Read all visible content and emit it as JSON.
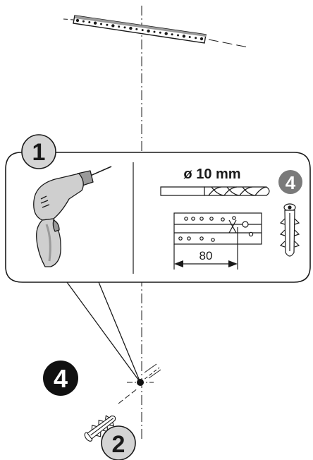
{
  "step_badges": {
    "step_1": "1",
    "step_2": "2",
    "part_4_inset": "4",
    "part_4_main": "4"
  },
  "drill_bit": {
    "diameter_label": "ø 10 mm"
  },
  "spacing": {
    "dimension_label": "80"
  },
  "colors": {
    "line": "#1a1a1a",
    "badge_fill_light": "#d4d4d4",
    "badge_fill_mid": "#7a7a7a",
    "badge_fill_dark": "#111111",
    "badge_text_light": "#1a1a1a",
    "badge_text_inverse": "#ffffff",
    "drill_body": "#cfcfcf",
    "drill_shade": "#9a9a9a",
    "background": "#ffffff"
  },
  "icons": {
    "drill": "power-drill-icon",
    "bit": "drill-bit-icon",
    "bracket": "wall-bracket-icon",
    "plug": "wall-plug-icon"
  }
}
